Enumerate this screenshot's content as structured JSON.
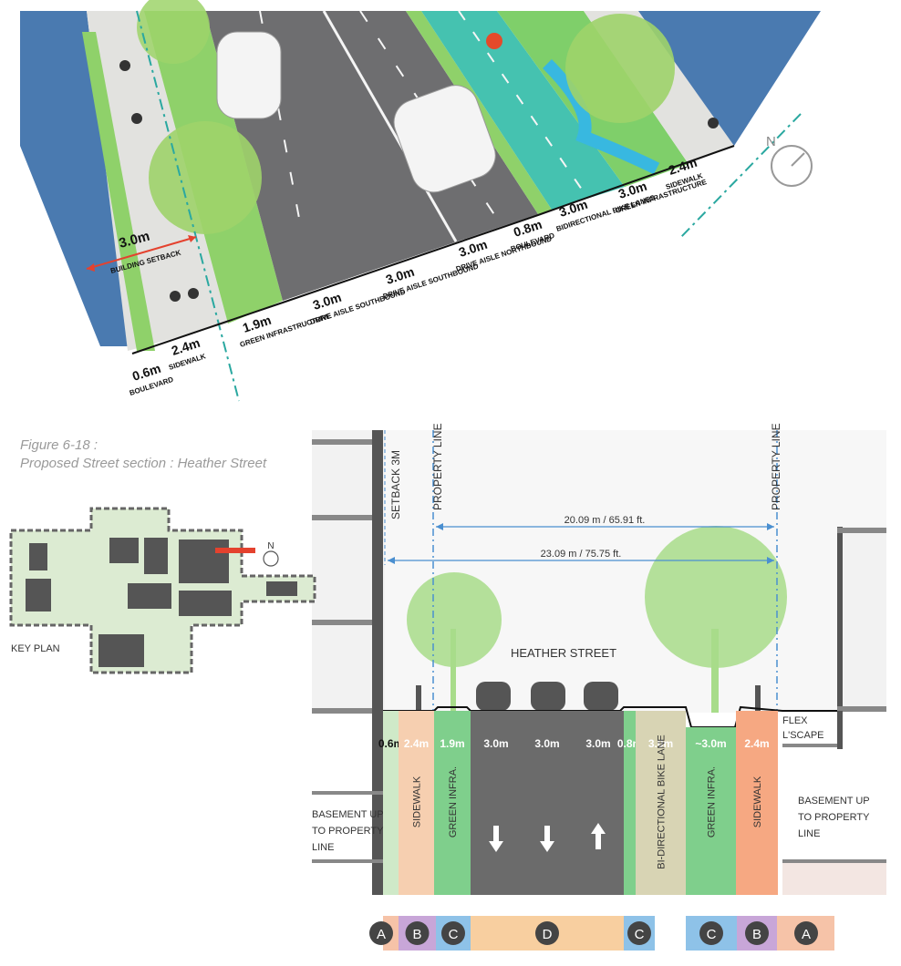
{
  "caption": {
    "line1": "Figure 6-18 :",
    "line2": "Proposed Street section : Heather Street"
  },
  "key_plan": {
    "label": "KEY PLAN",
    "north": "N"
  },
  "aerial": {
    "north": "N",
    "setback": {
      "value": "3.0m",
      "label": "BUILDING SETBACK"
    },
    "zones": [
      {
        "value": "0.6m",
        "label": "BOULEVARD"
      },
      {
        "value": "2.4m",
        "label": "SIDEWALK"
      },
      {
        "value": "1.9m",
        "label": "GREEN INFRASTRUCTURE"
      },
      {
        "value": "3.0m",
        "label": "DRIVE AISLE SOUTHBOUND"
      },
      {
        "value": "3.0m",
        "label": "DRIVE AISLE SOUTHBOUND"
      },
      {
        "value": "3.0m",
        "label": "DRIVE AISLE NORTHBOUND"
      },
      {
        "value": "0.8m",
        "label": "BOULEVARD"
      },
      {
        "value": "3.0m",
        "label": "BIDIRECTIONAL BIKE LANES"
      },
      {
        "value": "3.0m",
        "label": "GREEN INFRASTRUCTURE"
      },
      {
        "value": "2.4m",
        "label": "SIDEWALK"
      }
    ]
  },
  "section": {
    "street_name": "HEATHER STREET",
    "setback_label": "SETBACK 3M",
    "property_line_left": "PROPERTY LINE",
    "property_line_right": "PROPERTY LINE",
    "dim1": "20.09 m / 65.91 ft.",
    "dim2": "23.09 m / 75.75 ft.",
    "basement_left": [
      "BASEMENT UP",
      "TO PROPERTY",
      "LINE"
    ],
    "basement_right": [
      "BASEMENT UP",
      "TO PROPERTY",
      "LINE"
    ],
    "flex": [
      "FLEX",
      "L'SCAPE"
    ],
    "lanes": [
      {
        "value": "0.6m",
        "label": "",
        "color": "#cfe9c8"
      },
      {
        "value": "2.4m",
        "label": "SIDEWALK",
        "color": "#f6cfb0"
      },
      {
        "value": "1.9m",
        "label": "GREEN INFRA.",
        "color": "#7fcf8c"
      },
      {
        "value": "3.0m",
        "label": "",
        "color": "#6b6b6b"
      },
      {
        "value": "3.0m",
        "label": "",
        "color": "#6b6b6b"
      },
      {
        "value": "3.0m",
        "label": "",
        "color": "#6b6b6b"
      },
      {
        "value": "0.8m",
        "label": "",
        "color": "#7fcf8c"
      },
      {
        "value": "3.0m",
        "label": "BI-DIRECTIONAL BIKE LANE",
        "color": "#d8d4b4"
      },
      {
        "value": "~3.0m",
        "label": "GREEN INFRA.",
        "color": "#7fcf8c"
      },
      {
        "value": "2.4m",
        "label": "SIDEWALK",
        "color": "#f6a882"
      }
    ],
    "zone_legend": [
      {
        "letter": "A",
        "color": "#f6c3a8"
      },
      {
        "letter": "B",
        "color": "#c8a6d8"
      },
      {
        "letter": "C",
        "color": "#8ec2e8"
      },
      {
        "letter": "D",
        "color": "#f8cfa0"
      },
      {
        "letter": "C",
        "color": "#8ec2e8"
      },
      {
        "letter": "C",
        "color": "#8ec2e8"
      },
      {
        "letter": "B",
        "color": "#c8a6d8"
      },
      {
        "letter": "A",
        "color": "#f6c3a8"
      }
    ]
  }
}
